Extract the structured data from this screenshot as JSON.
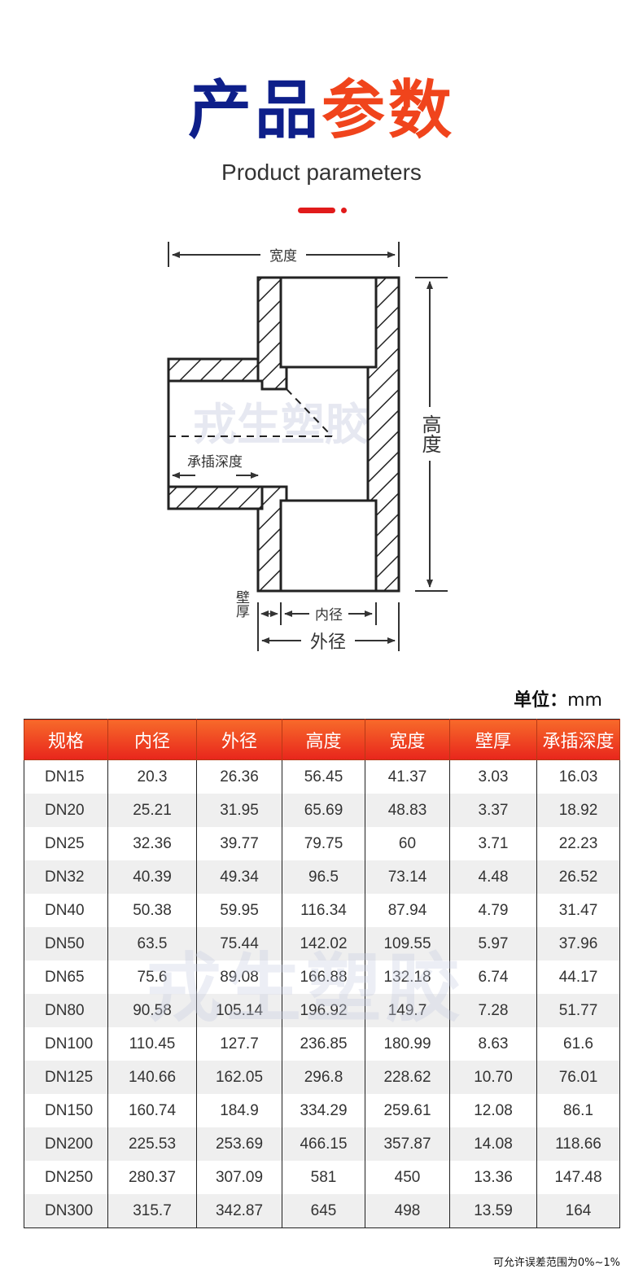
{
  "title": {
    "part1": "产品",
    "part2": "参数"
  },
  "subtitle": "Product parameters",
  "diagram": {
    "width_label": "宽度",
    "height_label": "高度",
    "socket_depth_label": "承插深度",
    "wall_label": "壁厚",
    "inner_label": "内径",
    "outer_label": "外径",
    "watermark": "戎生塑胶"
  },
  "unit": {
    "label": "单位：",
    "value": "mm"
  },
  "table": {
    "headers": [
      "规格",
      "内径",
      "外径",
      "高度",
      "宽度",
      "壁厚",
      "承插深度"
    ],
    "rows": [
      [
        "DN15",
        "20.3",
        "26.36",
        "56.45",
        "41.37",
        "3.03",
        "16.03"
      ],
      [
        "DN20",
        "25.21",
        "31.95",
        "65.69",
        "48.83",
        "3.37",
        "18.92"
      ],
      [
        "DN25",
        "32.36",
        "39.77",
        "79.75",
        "60",
        "3.71",
        "22.23"
      ],
      [
        "DN32",
        "40.39",
        "49.34",
        "96.5",
        "73.14",
        "4.48",
        "26.52"
      ],
      [
        "DN40",
        "50.38",
        "59.95",
        "116.34",
        "87.94",
        "4.79",
        "31.47"
      ],
      [
        "DN50",
        "63.5",
        "75.44",
        "142.02",
        "109.55",
        "5.97",
        "37.96"
      ],
      [
        "DN65",
        "75.6",
        "89.08",
        "166.88",
        "132.18",
        "6.74",
        "44.17"
      ],
      [
        "DN80",
        "90.58",
        "105.14",
        "196.92",
        "149.7",
        "7.28",
        "51.77"
      ],
      [
        "DN100",
        "110.45",
        "127.7",
        "236.85",
        "180.99",
        "8.63",
        "61.6"
      ],
      [
        "DN125",
        "140.66",
        "162.05",
        "296.8",
        "228.62",
        "10.70",
        "76.01"
      ],
      [
        "DN150",
        "160.74",
        "184.9",
        "334.29",
        "259.61",
        "12.08",
        "86.1"
      ],
      [
        "DN200",
        "225.53",
        "253.69",
        "466.15",
        "357.87",
        "14.08",
        "118.66"
      ],
      [
        "DN250",
        "280.37",
        "307.09",
        "581",
        "450",
        "13.36",
        "147.48"
      ],
      [
        "DN300",
        "315.7",
        "342.87",
        "645",
        "498",
        "13.59",
        "164"
      ]
    ],
    "watermark": "戎生塑胶"
  },
  "note": "可允许误差范围为0%~1%"
}
